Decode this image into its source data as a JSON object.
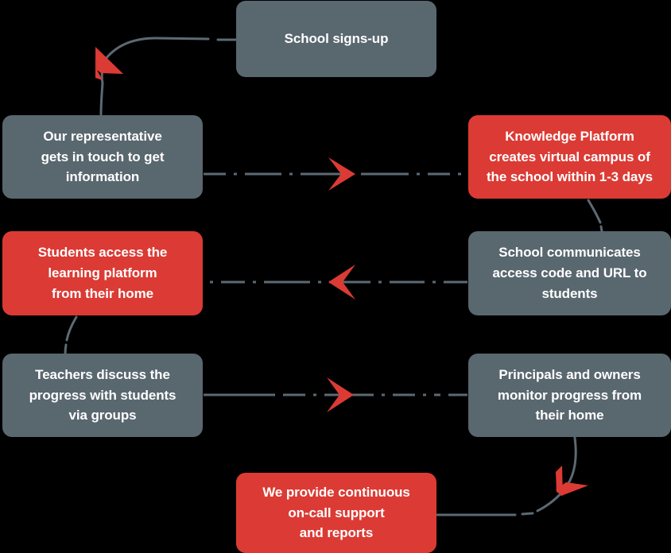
{
  "diagram": {
    "title": "School onboarding and virtual campus process flow",
    "background_color": "#000000",
    "colors": {
      "gray_node": "#59676f",
      "red_node": "#db3b34",
      "connector": "#5c6a73",
      "arrow": "#db3b34",
      "text": "#ffffff"
    },
    "nodes": [
      {
        "id": "signup",
        "label": "School signs-up",
        "color": "gray",
        "step": 1
      },
      {
        "id": "rep",
        "label": "Our representative gets in touch to get information",
        "color": "gray",
        "step": 2
      },
      {
        "id": "platform",
        "label": "Knowledge Platform creates virtual campus of the school within 1-3 days",
        "color": "red",
        "step": 3
      },
      {
        "id": "communicates",
        "label": "School communicates access code and URL to students",
        "color": "gray",
        "step": 4
      },
      {
        "id": "students",
        "label": "Students access the learning platform from their home",
        "color": "red",
        "step": 5
      },
      {
        "id": "teachers",
        "label": "Teachers discuss the progress with students via groups",
        "color": "gray",
        "step": 6
      },
      {
        "id": "principals",
        "label": "Principals and owners monitor progress from their home",
        "color": "gray",
        "step": 7
      },
      {
        "id": "support",
        "label": "We provide continuous on-call support and reports",
        "color": "red",
        "step": 8
      }
    ],
    "node_lines": {
      "signup": [
        "School signs-up"
      ],
      "rep": [
        "Our representative",
        "gets in touch to get",
        "information"
      ],
      "platform": [
        "Knowledge Platform",
        "creates virtual campus of",
        "the school within 1-3 days"
      ],
      "communicates": [
        "School communicates",
        "access code and URL to",
        "students"
      ],
      "students": [
        "Students access the",
        "learning platform",
        "from their home"
      ],
      "teachers": [
        "Teachers discuss the",
        "progress with students",
        "via groups"
      ],
      "principals": [
        "Principals and owners",
        "monitor progress from",
        "their home"
      ],
      "support": [
        "We provide continuous",
        "on-call support",
        "and reports"
      ]
    },
    "connectors": [
      {
        "id": "signup-to-rep",
        "from": "signup",
        "to": "rep",
        "style": "curved-dashed",
        "direction": "left-down"
      },
      {
        "id": "rep-to-platform",
        "from": "rep",
        "to": "platform",
        "style": "dash-dot",
        "direction": "right"
      },
      {
        "id": "platform-to-communicates",
        "from": "platform",
        "to": "communicates",
        "style": "curved-dashed",
        "direction": "down"
      },
      {
        "id": "communicates-to-students",
        "from": "communicates",
        "to": "students",
        "style": "dash-dot",
        "direction": "left"
      },
      {
        "id": "students-to-teachers",
        "from": "students",
        "to": "teachers",
        "style": "curved-dashed",
        "direction": "down"
      },
      {
        "id": "teachers-to-principals",
        "from": "teachers",
        "to": "principals",
        "style": "dash-dot",
        "direction": "right"
      },
      {
        "id": "principals-to-support",
        "from": "principals",
        "to": "support",
        "style": "curved-dashed",
        "direction": "down-left"
      }
    ]
  }
}
